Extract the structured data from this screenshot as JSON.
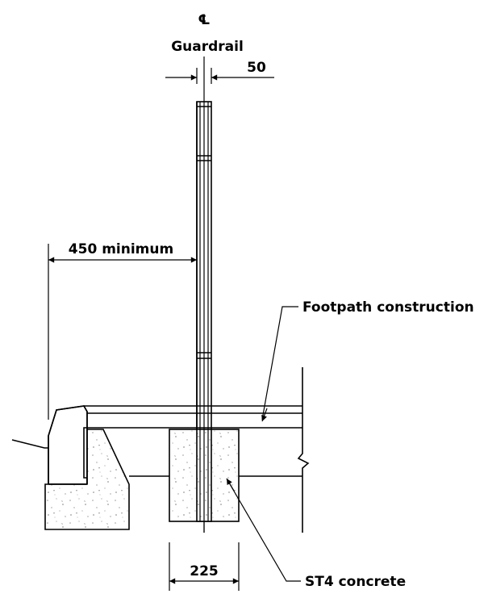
{
  "labels": {
    "centerline": "℄",
    "guardrail": "Guardrail",
    "post_width": "50",
    "offset": "450 minimum",
    "footpath": "Footpath construction",
    "footing_width": "225",
    "concrete": "ST4 concrete"
  },
  "colors": {
    "line": "#000000",
    "background": "#ffffff",
    "speckle": "#9a9a9a"
  }
}
